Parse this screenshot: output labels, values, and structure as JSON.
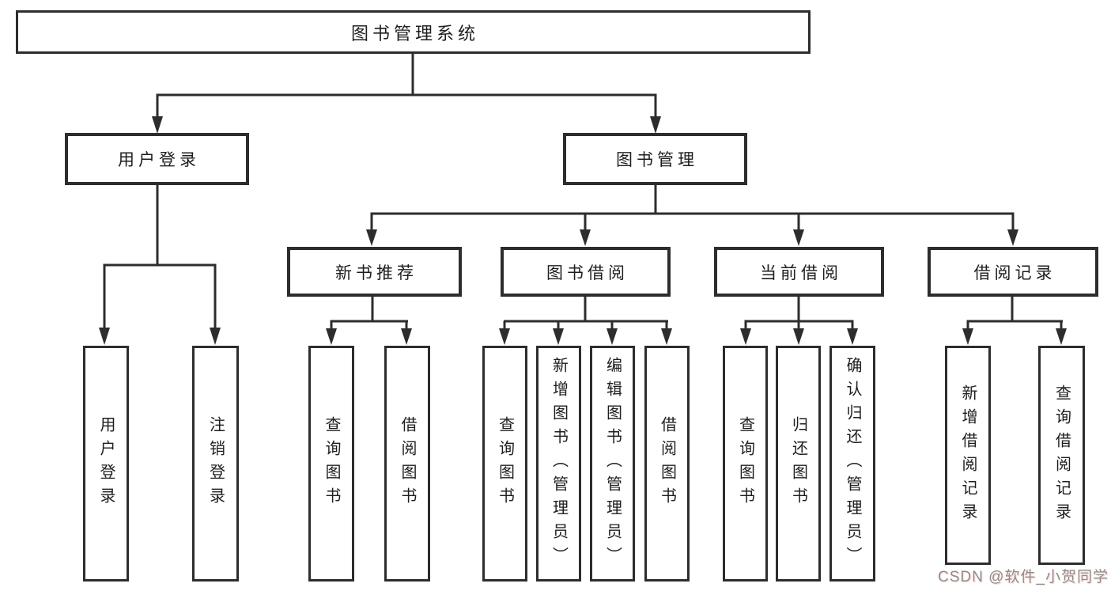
{
  "tree": {
    "root": {
      "label": "图书管理系统"
    },
    "branches": [
      {
        "label": "用户登录",
        "children": [
          {
            "label": "用户登录"
          },
          {
            "label": "注销登录"
          }
        ]
      },
      {
        "label": "图书管理",
        "children": [
          {
            "label": "新书推荐",
            "children": [
              {
                "label": "查询图书"
              },
              {
                "label": "借阅图书"
              }
            ]
          },
          {
            "label": "图书借阅",
            "children": [
              {
                "label": "查询图书"
              },
              {
                "label": "新增图书（管理员）"
              },
              {
                "label": "编辑图书（管理员）"
              },
              {
                "label": "借阅图书"
              }
            ]
          },
          {
            "label": "当前借阅",
            "children": [
              {
                "label": "查询图书"
              },
              {
                "label": "归还图书"
              },
              {
                "label": "确认归还（管理员）"
              }
            ]
          },
          {
            "label": "借阅记录",
            "children": [
              {
                "label": "新增借阅记录"
              },
              {
                "label": "查询借阅记录"
              }
            ]
          }
        ]
      }
    ]
  },
  "watermark": {
    "text": "CSDN @软件_小贺同学"
  },
  "colors": {
    "line": "#2d2d2d",
    "box_border": "#2d2d2d",
    "text": "#1e1e1e",
    "watermark": "#8f8c8c",
    "background": "#ffffff"
  }
}
